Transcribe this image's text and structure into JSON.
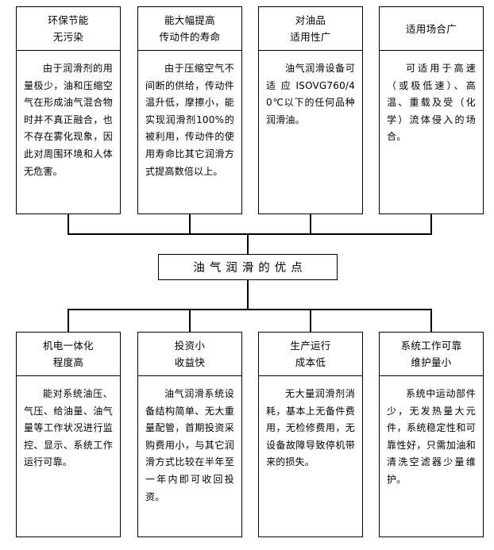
{
  "diagram": {
    "type": "flowchart",
    "title": "油气润滑的优点",
    "top_nodes": [
      {
        "header_line1": "环保节能",
        "header_line2": "无污染",
        "body": "由于润滑剂的用量极少，油和压缩空气在形成油气混合物时并不真正融合，也不存在雾化现象，因此对周围环境和人体无危害。"
      },
      {
        "header_line1": "能大幅提高",
        "header_line2": "传动件的寿命",
        "body": "由于压缩空气不间断的供给，传动件温升低，摩擦小，能实现润滑剂100%的被利用，传动件的使用寿命比其它润滑方式提高数倍以上。"
      },
      {
        "header_line1": "对油品",
        "header_line2": "适用性广",
        "body": "油气润滑设备可适应ISOVG760/40℃以下的任何品种润滑油。"
      },
      {
        "header_line1": "适用场合广",
        "header_line2": "",
        "body": "可适用于高速（或极低速）、高温、重载及受（化学）流体侵入的场合。"
      }
    ],
    "bottom_nodes": [
      {
        "header_line1": "机电一体化",
        "header_line2": "程度高",
        "body": "能对系统油压、气压、给油量、油气量等工作状况进行监控、显示、系统工作运行可靠。"
      },
      {
        "header_line1": "投资小",
        "header_line2": "收益快",
        "body": "油气润滑系统设备结构简单、无大重量配管，首期投资采购费用小，与其它润滑方式比较在半年至一年内即可收回投资。"
      },
      {
        "header_line1": "生产运行",
        "header_line2": "成本低",
        "body": "无大量润滑剂消耗，基本上无备件费用，无检修费用，无设备故障导致停机带来的损失。"
      },
      {
        "header_line1": "系统工作可靠",
        "header_line2": "维护量小",
        "body": "系统中运动部件少，无发热量大元件，系统稳定性和可靠性好，只需加油和清洗空滤器少量维护。"
      }
    ],
    "colors": {
      "line": "#000000",
      "background": "#ffffff",
      "text": "#000000"
    }
  }
}
